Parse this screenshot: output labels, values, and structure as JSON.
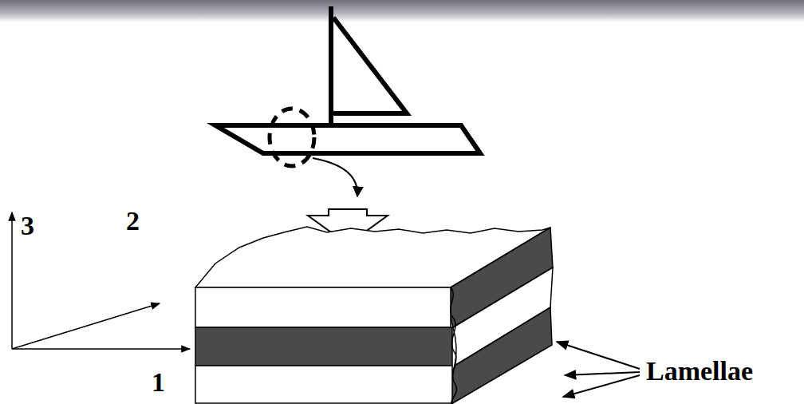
{
  "diagram": {
    "labels": [
      "3",
      "2",
      "1",
      "Lamellae"
    ]
  }
}
